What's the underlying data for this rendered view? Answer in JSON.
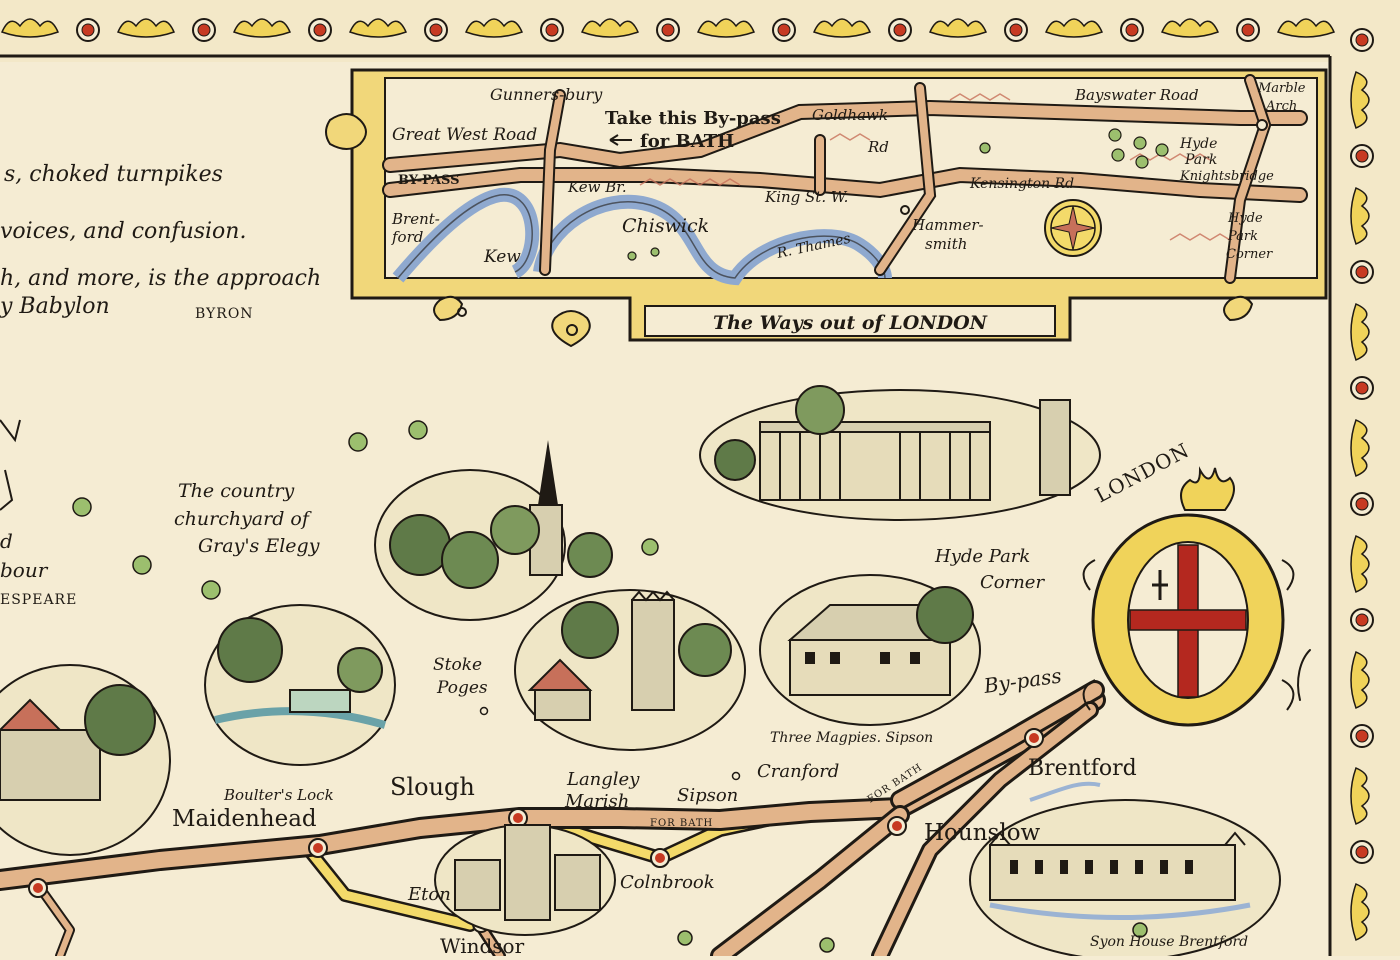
{
  "colors": {
    "paper": "#f5ecd3",
    "ink": "#1f1a14",
    "road": "#e2b48a",
    "yellow_road": "#f3da6a",
    "river": "#9bb3d3",
    "border_yellow": "#f0d35a",
    "border_red": "#c73a22",
    "tree_green": "#9cbf6e",
    "london_cross": "#b4281f"
  },
  "quote": {
    "line1": "s, choked turnpikes",
    "line2": "voices, and confusion.",
    "line3": "h, and more, is the approach",
    "line4": "y Babylon",
    "author": "BYRON"
  },
  "inset": {
    "title": "The Ways out of LONDON",
    "labels": {
      "gunnersbury_1": "Gunners-",
      "gunnersbury_2": "bury",
      "take_bypass_1": "Take this By-pass",
      "take_bypass_2": "for BATH",
      "goldhawk": "Goldhawk",
      "rd": "Rd",
      "bayswater": "Bayswater Road",
      "marble_1": "Marble",
      "marble_2": "Arch",
      "great_west": "Great West Road",
      "bypass": "BY-PASS",
      "kew_br": "Kew Br.",
      "king_st": "King St. W.",
      "kensington": "Kensington Rd",
      "hyde_1": "Hyde",
      "hyde_2": "Park",
      "knightsbridge": "Knightsbridge",
      "brentford_1": "Brent-",
      "brentford_2": "ford",
      "chiswick": "Chiswick",
      "hammersmith_1": "Hammer-",
      "hammersmith_2": "smith",
      "hyde_corner_1": "Hyde",
      "hyde_corner_2": "Park",
      "hyde_corner_3": "Corner",
      "kew": "Kew",
      "thames": "R. Thames"
    }
  },
  "labels": {
    "country_1": "The country",
    "country_2": "churchyard of",
    "country_3": "Gray's Elegy",
    "d_fragment": "d",
    "bour_fragment": "bour",
    "shakespeare_fragment": "ESPEARE",
    "stoke_1": "Stoke",
    "stoke_2": "Poges",
    "hyde_corner_1": "Hyde Park",
    "hyde_corner_2": "Corner",
    "london": "LONDON",
    "bypass": "By-pass",
    "three_magpies": "Three Magpies. Sipson",
    "brentford": "Brentford",
    "slough": "Slough",
    "langley_1": "Langley",
    "langley_2": "Marish",
    "sipson": "Sipson",
    "cranford": "Cranford",
    "boulters": "Boulter's Lock",
    "maidenhead": "Maidenhead",
    "for_bath_1": "FOR BATH",
    "for_bath_2": "FOR BATH",
    "hounslow": "Hounslow",
    "eton": "Eton",
    "colnbrook": "Colnbrook",
    "windsor": "Windsor",
    "syon": "Syon House Brentford"
  }
}
